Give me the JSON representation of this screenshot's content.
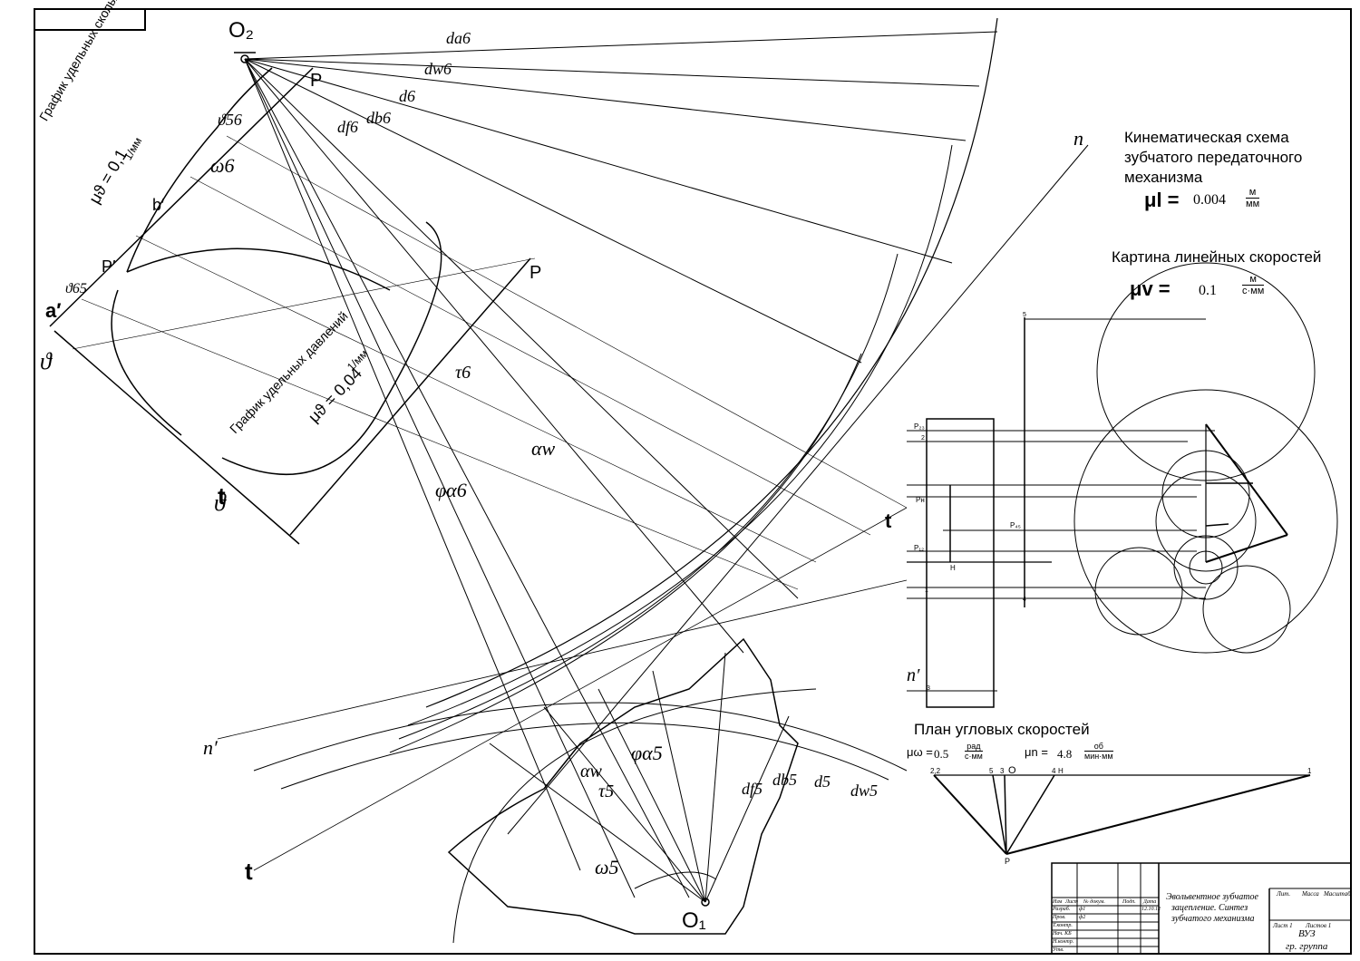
{
  "drawing": {
    "kinematic_title": [
      "Кинематическая схема",
      "зубчатого передаточного",
      "механизма"
    ],
    "mu_l": {
      "symbol": "μl =",
      "value": "0.004",
      "unit_num": "м",
      "unit_den": "мм"
    },
    "velocity_title": "Картина линейных скоростей",
    "mu_v": {
      "symbol": "μv =",
      "value": "0.1",
      "unit_num": "м",
      "unit_den": "с·мм"
    },
    "angular_title": "План угловых скоростей",
    "mu_w": {
      "symbol": "μω =",
      "value": "0.5",
      "unit_num": "рад",
      "unit_den": "с·мм"
    },
    "mu_n": {
      "symbol": "μn =",
      "value": "4.8",
      "unit_num": "об",
      "unit_den": "мин·мм"
    },
    "sliding_graph_title": "График удельных скольжений",
    "sliding_mu": "μϑ = 0,1",
    "sliding_mu_unit": "1/мм",
    "pressure_graph_title": "График удельных давлений",
    "pressure_mu": "μϑ = 0,04",
    "pressure_mu_unit": "1/мм",
    "labels": {
      "O2": "O₂",
      "O1": "O₁",
      "t_left": "t",
      "t_bottom": "t",
      "t_right": "t",
      "n": "n",
      "n_prime": "n′",
      "n_prime_right": "n′",
      "theta": "ϑ",
      "theta2": "ϑ",
      "a_prime": "a′",
      "P_prime": "P′",
      "b_prime": "b′",
      "P_top": "P",
      "P_mid": "P",
      "da6": "dа6",
      "dw6": "dw6",
      "d6": "d6",
      "db6": "db6",
      "df6": "df6",
      "alpha_w": "αw",
      "phi_a6": "φα6",
      "phi_a5": "φα5",
      "tau6": "τ6",
      "tau5": "τ5",
      "omega6": "ω6",
      "omega5": "ω5",
      "theta56": "ϑ56",
      "theta65": "ϑ65",
      "alpha_w2": "αw",
      "df5": "df5",
      "db5": "db5",
      "d5": "d5",
      "dw5": "dw5"
    },
    "scheme_labels": {
      "P23": "P₂₃",
      "P45": "P₄₅",
      "P12": "P₁₂",
      "PH": "Pн",
      "H": "H",
      "n1": "1",
      "n2": "2",
      "n3": "3",
      "n4": "4",
      "n5": "5"
    },
    "angular_plan": {
      "labels": [
        "2,2",
        "5",
        "3",
        "O",
        "4",
        "H",
        "1"
      ],
      "pole": "P"
    }
  },
  "title_block": {
    "name_lines": [
      "Эвольвентное зубчатое",
      "зацепление. Синтез",
      "зубчатого механизма"
    ],
    "org": "ВУЗ",
    "group": "гр. группа",
    "columns": [
      "Изм",
      "Лист",
      "№ докум.",
      "Подп.",
      "Дата"
    ],
    "rows": [
      "Разраб.",
      "Пров.",
      "Т.контр.",
      "Нач. КБ",
      "Н.контр.",
      "Утв."
    ],
    "initials": [
      "ф1",
      "ф2"
    ],
    "date": "12.10.12",
    "header": [
      "Лит.",
      "Масса",
      "Масштаб"
    ],
    "sheet": "Лист 1",
    "sheets": "Листов 1"
  }
}
